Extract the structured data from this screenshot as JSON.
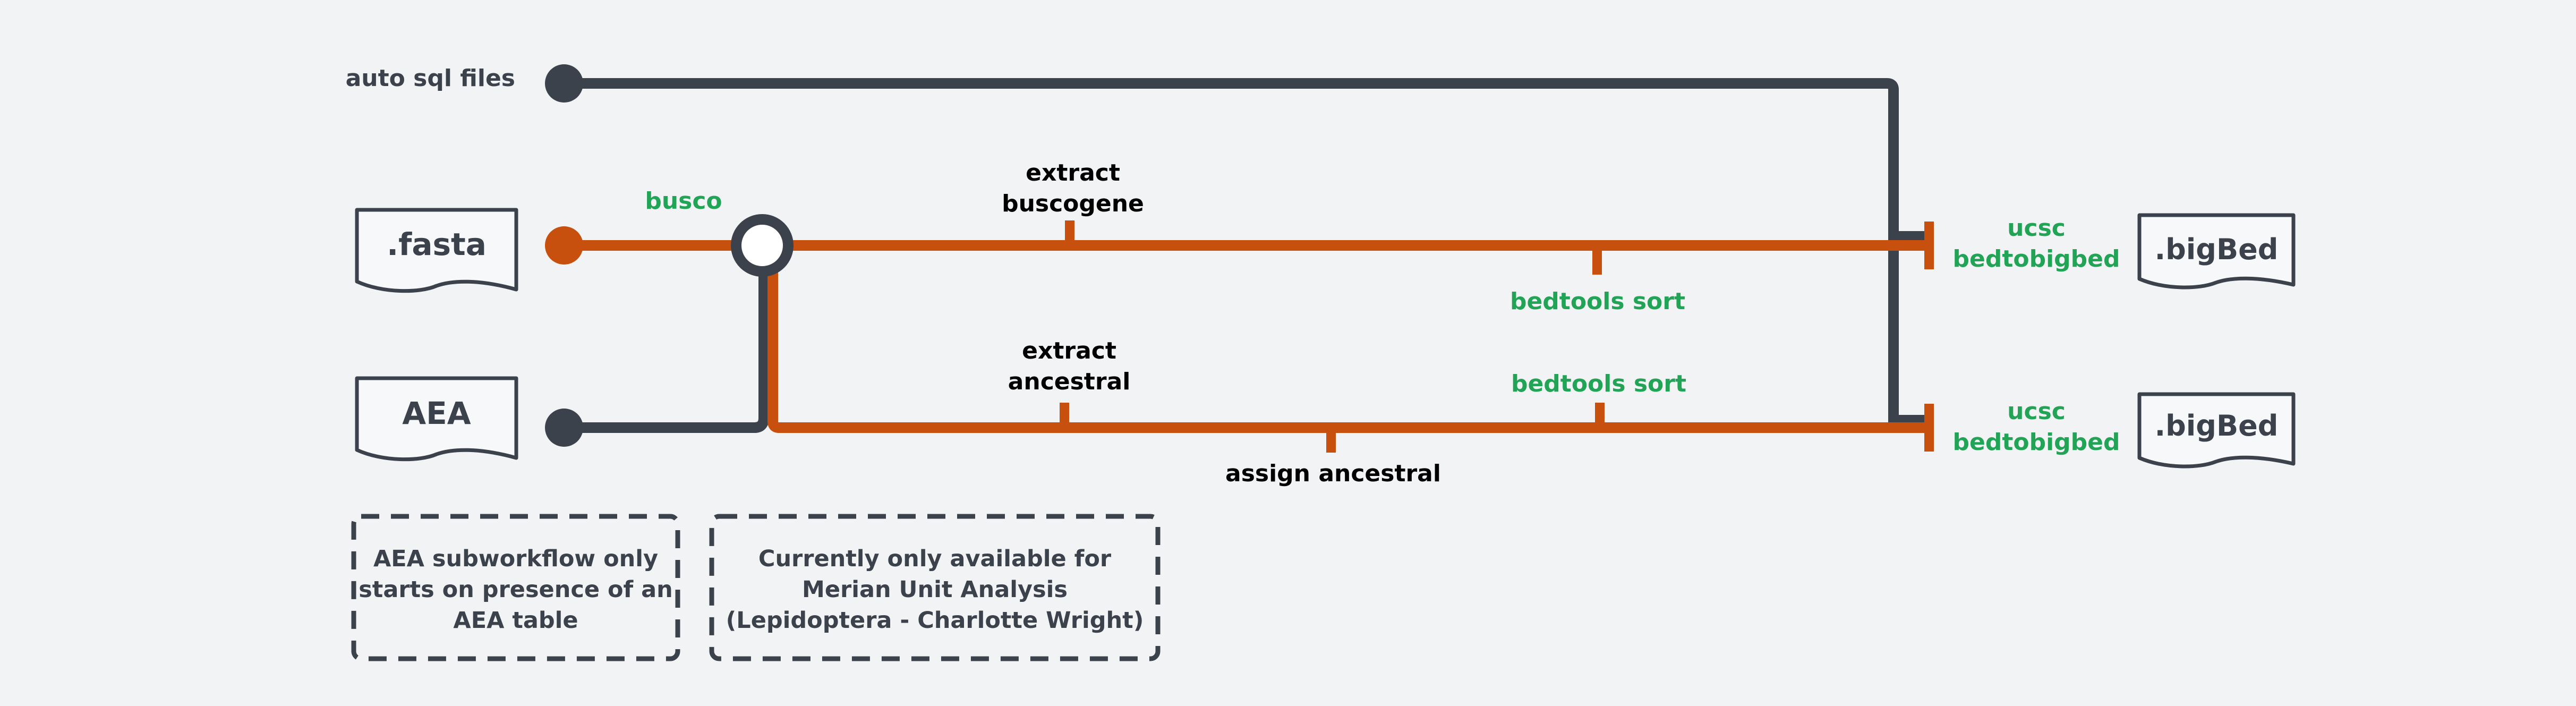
{
  "inputs": {
    "auto_sql": "auto sql files",
    "fasta": ".fasta",
    "aea": "AEA"
  },
  "outputs": {
    "bigbed_top": ".bigBed",
    "bigbed_bottom": ".bigBed"
  },
  "steps": {
    "busco": "busco",
    "extract_buscogene_1": "extract",
    "extract_buscogene_2": "buscogene",
    "extract_ancestral_1": "extract",
    "extract_ancestral_2": "ancestral",
    "bedtools_sort_top": "bedtools sort",
    "bedtools_sort_bottom": "bedtools sort",
    "assign_ancestral": "assign ancestral",
    "ucsc_top_1": "ucsc",
    "ucsc_top_2": "bedtobigbed",
    "ucsc_bottom_1": "ucsc",
    "ucsc_bottom_2": "bedtobigbed"
  },
  "notes": {
    "aea_note": [
      "AEA subworkflow only",
      "starts on presence of an",
      "AEA table"
    ],
    "merian_note": [
      "Currently only available for",
      "Merian Unit Analysis",
      "(Lepidoptera - Charlotte Wright)"
    ]
  },
  "colors": {
    "background": "#f2f3f5",
    "dark_line": "#3c424c",
    "orange_line": "#c8500e",
    "tool_label": "#22a456",
    "step_label": "#000000"
  }
}
